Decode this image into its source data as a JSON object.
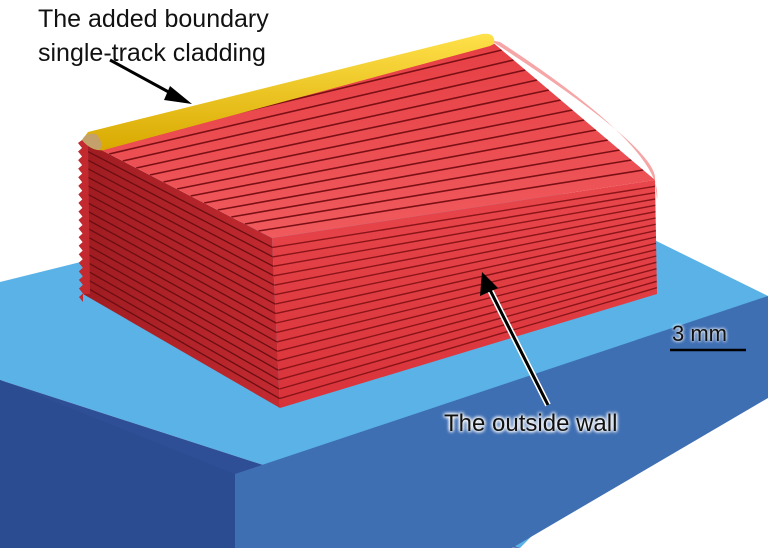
{
  "annotations": {
    "boundary_line1": "The added boundary",
    "boundary_line2": "single-track cladding",
    "outside_wall": "The outside wall",
    "scale_bar": "3 mm"
  },
  "colors": {
    "cladding_red": "#e4363c",
    "cladding_red_dark": "#a81f24",
    "boundary_track_yellow": "#f0c400",
    "substrate_top": "#5ab2e6",
    "substrate_front": "#3f6fb3",
    "substrate_side": "#2e4f96"
  },
  "cladding": {
    "layer_count": 18
  }
}
